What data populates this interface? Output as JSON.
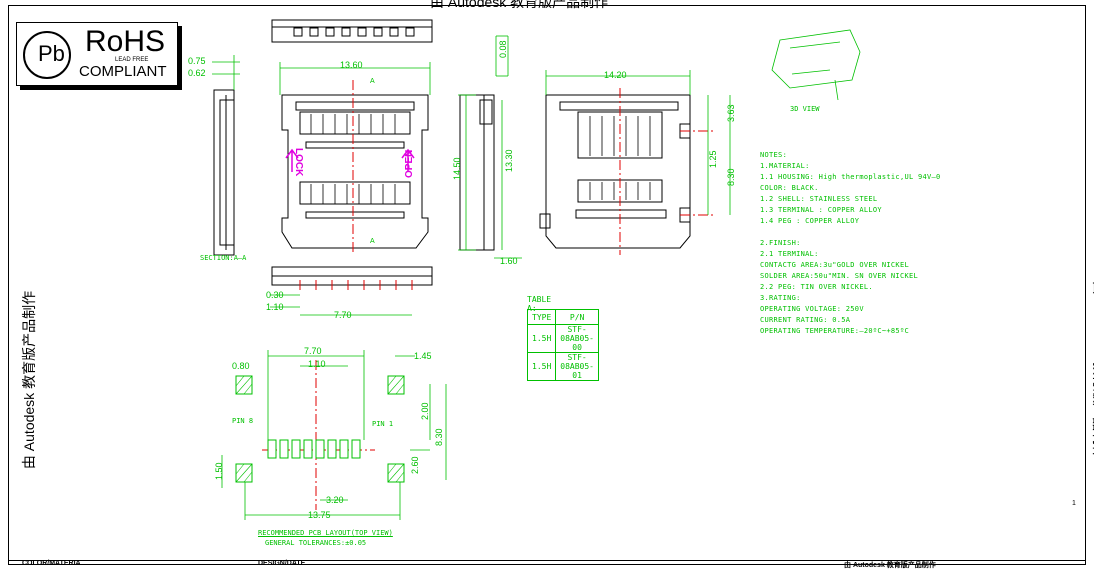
{
  "watermark": "由 Autodesk 教育版产品制作",
  "rohs": {
    "title": "RoHS",
    "subtitle": "COMPLIANT",
    "small": "LEAD FREE"
  },
  "views": {
    "section": "SECTION:A—A",
    "view3d": "3D VIEW"
  },
  "dims": {
    "d075": "0.75",
    "d062": "0.62",
    "d1360": "13.60",
    "d008": "0.08",
    "d1420": "14.20",
    "d363": "3.63",
    "d1450": "14.50",
    "d1330": "13.30",
    "d125": "1.25",
    "d830": "8.30",
    "d160": "1.60",
    "d030": "0.30",
    "d110": "1.10",
    "d770": "7.70",
    "sectA": "A",
    "p770": "7.70",
    "p110": "1.10",
    "p080": "0.80",
    "p145": "1.45",
    "p200": "2.00",
    "p830": "8.30",
    "p150": "1.50",
    "p260": "2.60",
    "p320": "3.20",
    "p1375": "13.75"
  },
  "pins": {
    "pin8": "PIN 8",
    "pin1": "PIN 1"
  },
  "labels": {
    "lock": "LOCK",
    "open": "OPEN"
  },
  "notes": [
    "NOTES:",
    "1.MATERIAL:",
    "  1.1  HOUSING:  High  thermoplastic,UL  94V—0",
    "                          COLOR:  BLACK.",
    "  1.2  SHELL:  STAINLESS  STEEL",
    "  1.3  TERMINAL  :  COPPER  ALLOY",
    "  1.4  PEG  :  COPPER  ALLOY",
    "",
    "2.FINISH:",
    "  2.1  TERMINAL:",
    "             CONTACTG  AREA:3u\"GOLD  OVER  NICKEL",
    "             SOLDER  AREA:50u\"MIN.  SN  OVER  NICKEL",
    "  2.2  PEG:  TIN  OVER  NICKEL.",
    "  3.RATING:",
    "             OPERATING  VOLTAGE:  250V",
    "             CURRENT  RATING:  0.5A",
    "             OPERATING  TEMPERATURE:—20ºC~+85ºC"
  ],
  "table_a": {
    "caption": "TABLE A:",
    "headers": [
      "TYPE",
      "P/N"
    ],
    "rows": [
      [
        "1.5H",
        "STF-08AB05-00"
      ],
      [
        "1.5H",
        "STF-08AB05-01"
      ]
    ]
  },
  "pcb": {
    "caption": "RECOMMENDED  PCB  LAYOUT(TOP  VIEW)",
    "tolerance": "GENERAL  TOLERANCES:±0.05"
  },
  "page_num": "1",
  "footer": {
    "left": "COLOR/MATERIA",
    "mid": "DESIGN/DATE",
    "right": "由 Autodesk 教育版产品制作"
  }
}
